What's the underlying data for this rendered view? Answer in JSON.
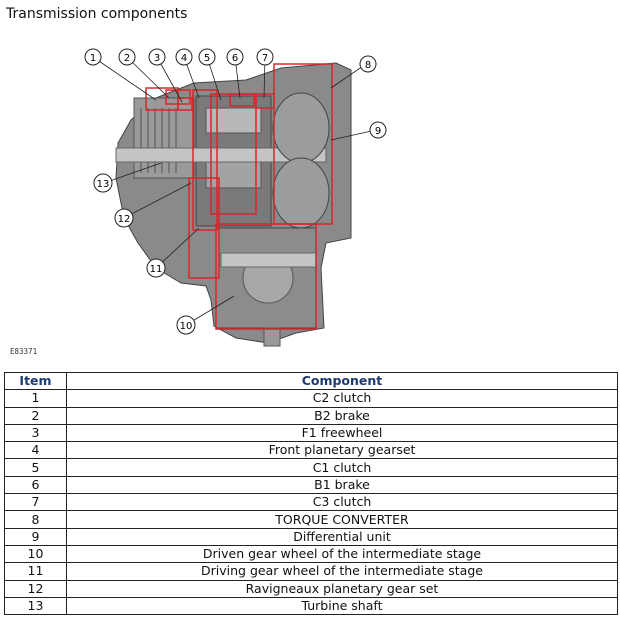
{
  "title": "Transmission components",
  "figure_code": "E83371",
  "callouts": [
    "1",
    "2",
    "3",
    "4",
    "5",
    "6",
    "7",
    "8",
    "9",
    "10",
    "11",
    "12",
    "13"
  ],
  "table": {
    "headers": [
      "Item",
      "Component"
    ],
    "rows": [
      {
        "item": "1",
        "component": "C2 clutch"
      },
      {
        "item": "2",
        "component": "B2 brake"
      },
      {
        "item": "3",
        "component": "F1 freewheel"
      },
      {
        "item": "4",
        "component": "Front planetary gearset"
      },
      {
        "item": "5",
        "component": "C1 clutch"
      },
      {
        "item": "6",
        "component": "B1 brake"
      },
      {
        "item": "7",
        "component": "C3 clutch"
      },
      {
        "item": "8",
        "component": "TORQUE CONVERTER"
      },
      {
        "item": "9",
        "component": "Differential unit"
      },
      {
        "item": "10",
        "component": "Driven gear wheel of the intermediate stage"
      },
      {
        "item": "11",
        "component": "Driving gear wheel of the intermediate stage"
      },
      {
        "item": "12",
        "component": "Ravigneaux planetary gear set"
      },
      {
        "item": "13",
        "component": "Turbine shaft"
      }
    ]
  },
  "colors": {
    "highlight": "#d8262b",
    "header_text": "#1f3a6e",
    "housing": "#7c7c7c"
  }
}
